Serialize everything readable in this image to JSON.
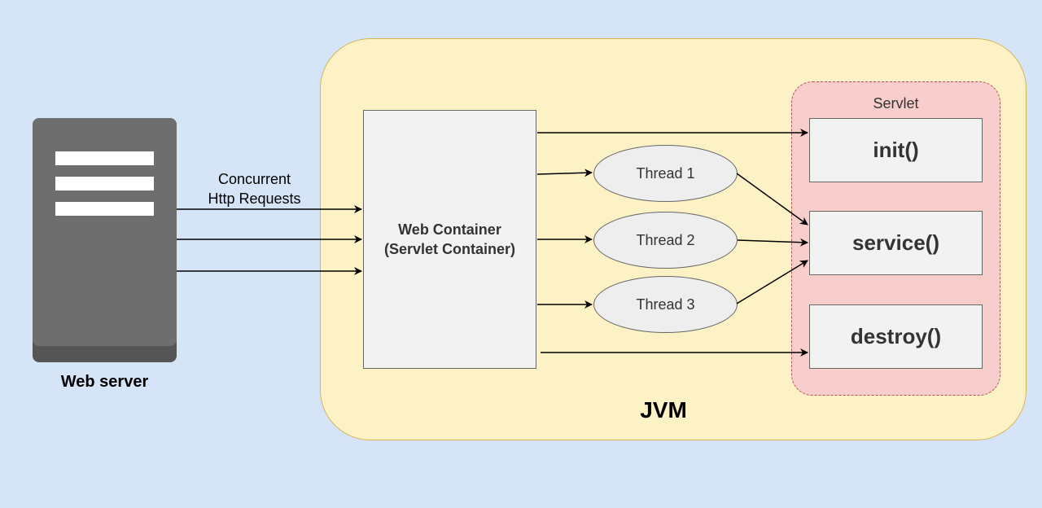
{
  "web_server": {
    "label": "Web server"
  },
  "requests": {
    "line1": "Concurrent",
    "line2": "Http Requests"
  },
  "jvm": {
    "label": "JVM"
  },
  "web_container": {
    "line1": "Web Container",
    "line2": "(Servlet Container)"
  },
  "threads": [
    {
      "label": "Thread 1"
    },
    {
      "label": "Thread 2"
    },
    {
      "label": "Thread 3"
    }
  ],
  "servlet": {
    "label": "Servlet",
    "methods": [
      {
        "label": "init()"
      },
      {
        "label": "service()"
      },
      {
        "label": "destroy()"
      }
    ]
  },
  "colors": {
    "background": "#d6e4f8",
    "jvm_fill": "#fdf1c6",
    "jvm_border": "#d6b656",
    "servlet_fill": "#f8cecc",
    "servlet_border": "#b85450",
    "server_body": "#6e6e6e",
    "box_fill": "#f2f2f2"
  }
}
